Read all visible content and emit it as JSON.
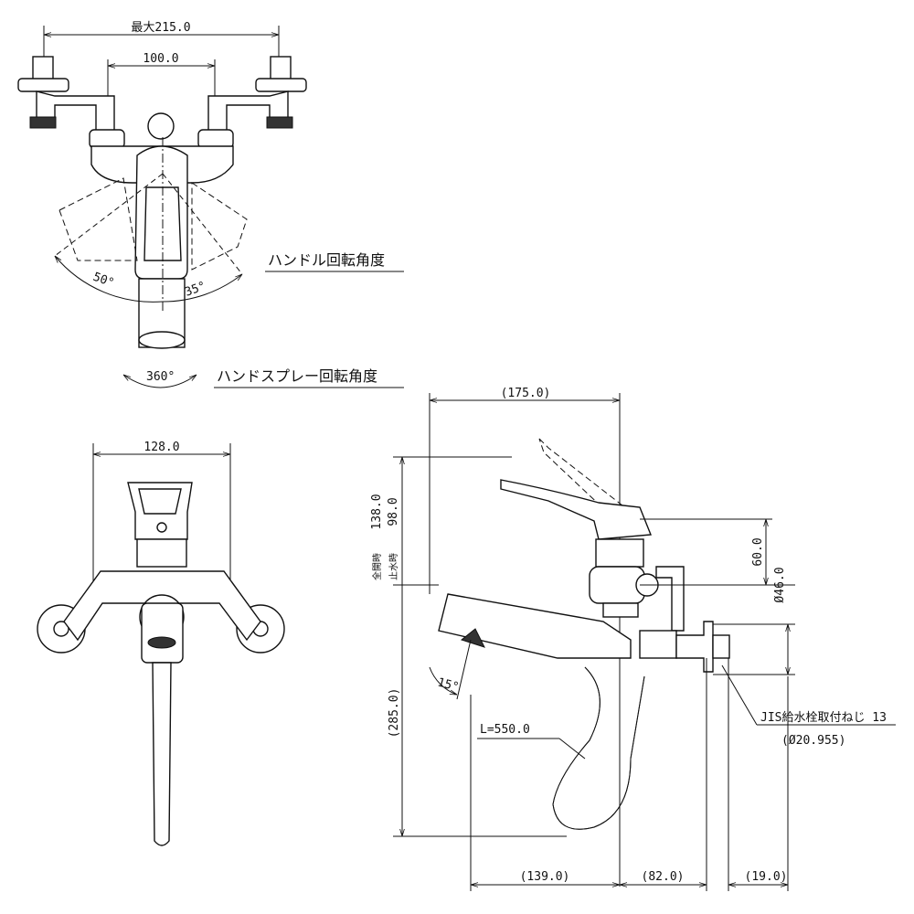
{
  "top_view": {
    "dim_max_width": "最大215.0",
    "dim_inlet_pitch": "100.0",
    "handle_rotation_label": "ハンドル回転角度",
    "angle_left": "50°",
    "angle_right": "35°",
    "spray_rotation_angle": "360°",
    "spray_rotation_label": "ハンドスプレー回転角度"
  },
  "front_view": {
    "dim_width": "128.0"
  },
  "side_view": {
    "dim_depth": "(175.0)",
    "dim_height_total": "(285.0)",
    "dim_open_height": "138.0",
    "dim_closed_height": "98.0",
    "label_open": "全開時",
    "label_closed": "止水時",
    "dim_60": "60.0",
    "dim_46": "Ø46.0",
    "spray_angle": "15°",
    "hose_length": "L=550.0",
    "thread_label": "JIS給水栓取付ねじ 13",
    "thread_diameter": "(Ø20.955)",
    "dim_139": "(139.0)",
    "dim_82": "(82.0)",
    "dim_19": "(19.0)"
  }
}
